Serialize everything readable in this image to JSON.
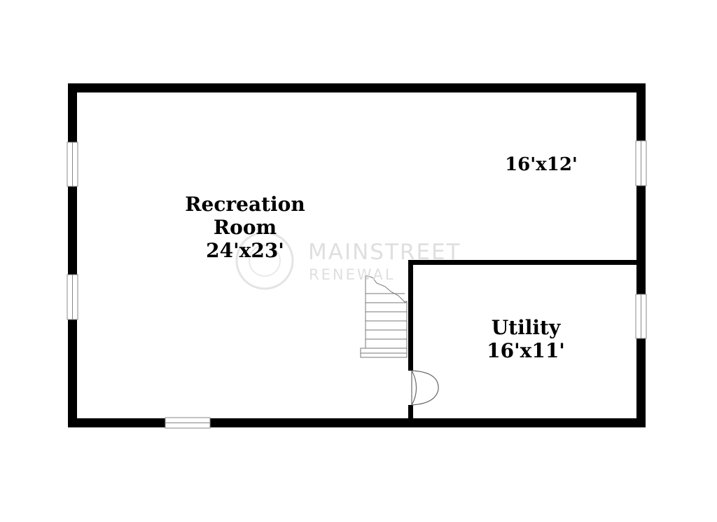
{
  "rooms": {
    "recreation": {
      "name_line1": "Recreation",
      "name_line2": "Room",
      "dimensions": "24'x23'"
    },
    "upper_right": {
      "dimensions": "16'x12'"
    },
    "utility": {
      "name": "Utility",
      "dimensions": "16'x11'"
    }
  },
  "watermark": {
    "line1": "MAINSTREET",
    "line2": "RENEWAL"
  },
  "colors": {
    "wall": "#000000",
    "background": "#ffffff",
    "watermark": "#dcdcdc"
  }
}
